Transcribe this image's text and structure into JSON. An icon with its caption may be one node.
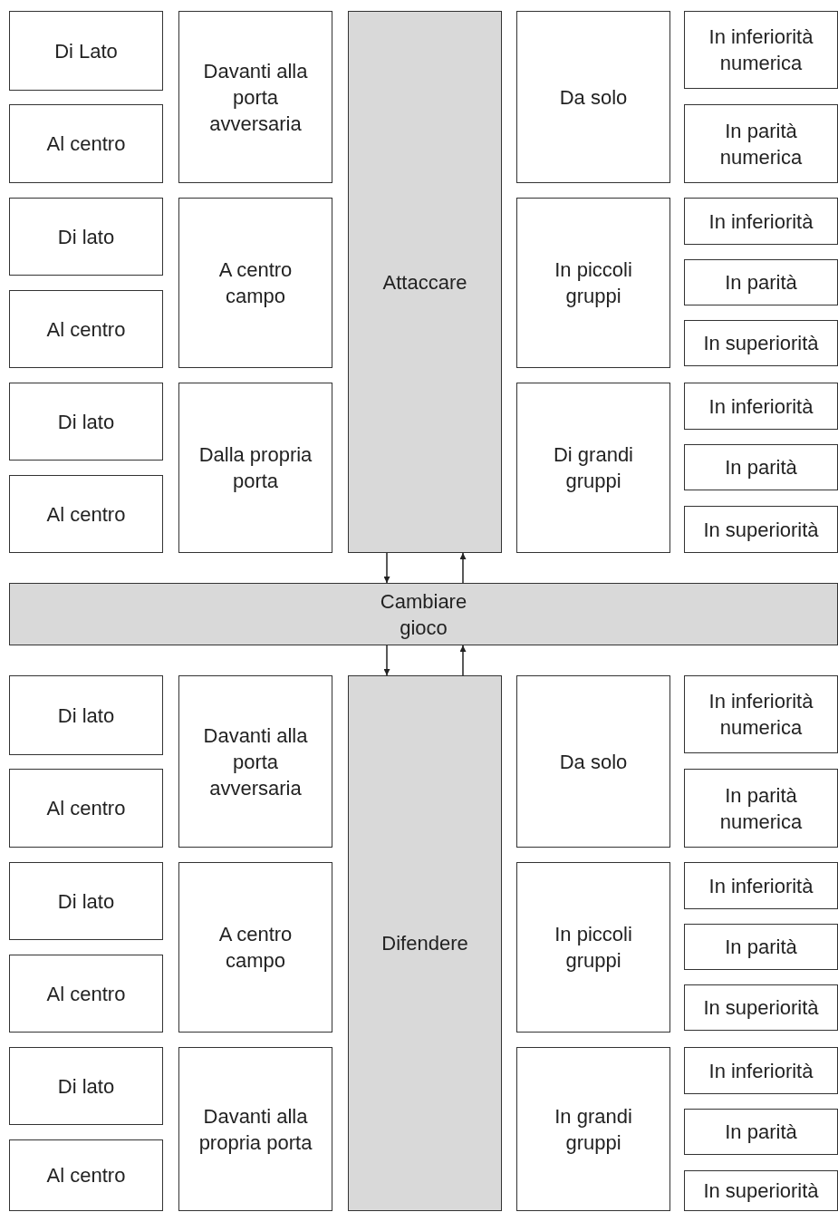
{
  "diagram": {
    "nodes": [
      {
        "text": [
          "Di Lato"
        ]
      },
      {
        "text": [
          "Al centro"
        ]
      },
      {
        "text": [
          "Di lato"
        ]
      },
      {
        "text": [
          "Al centro"
        ]
      },
      {
        "text": [
          "Di lato"
        ]
      },
      {
        "text": [
          "Al centro"
        ]
      },
      {
        "text": [
          "Davanti alla porta avversaria"
        ]
      },
      {
        "text": [
          "A centro campo"
        ]
      },
      {
        "text": [
          "Dalla propria porta"
        ]
      },
      {
        "text": [
          "Attaccare"
        ]
      },
      {
        "text": [
          "Da solo"
        ]
      },
      {
        "text": [
          "In piccoli gruppi"
        ]
      },
      {
        "text": [
          "Di grandi gruppi"
        ]
      },
      {
        "text": [
          "In inferiorità numerica"
        ]
      },
      {
        "text": [
          "In parità numerica"
        ]
      },
      {
        "text": [
          "In inferiorità"
        ]
      },
      {
        "text": [
          "In parità"
        ]
      },
      {
        "text": [
          "In superiorità"
        ]
      },
      {
        "text": [
          "In inferiorità"
        ]
      },
      {
        "text": [
          "In parità"
        ]
      },
      {
        "text": [
          "In superiorità"
        ]
      },
      {
        "text": [
          "Cambiare gioco"
        ]
      },
      {
        "text": [
          "Di lato"
        ]
      },
      {
        "text": [
          "Al centro"
        ]
      },
      {
        "text": [
          "Di lato"
        ]
      },
      {
        "text": [
          "Al centro"
        ]
      },
      {
        "text": [
          "Di lato"
        ]
      },
      {
        "text": [
          "Al centro"
        ]
      },
      {
        "text": [
          "Davanti alla porta avversaria"
        ]
      },
      {
        "text": [
          "A centro campo"
        ]
      },
      {
        "text": [
          "Davanti alla propria porta"
        ]
      },
      {
        "text": [
          "Difendere"
        ]
      },
      {
        "text": [
          "Da solo"
        ]
      },
      {
        "text": [
          "In piccoli gruppi"
        ]
      },
      {
        "text": [
          "In grandi gruppi"
        ]
      },
      {
        "text": [
          "In inferiorità numerica"
        ]
      },
      {
        "text": [
          "In parità numerica"
        ]
      },
      {
        "text": [
          "In inferiorità"
        ]
      },
      {
        "text": [
          "In parità"
        ]
      },
      {
        "text": [
          "In superiorità"
        ]
      },
      {
        "text": [
          "In inferiorità"
        ]
      },
      {
        "text": [
          "In parità"
        ]
      },
      {
        "text": [
          "In superiorità"
        ]
      }
    ],
    "edges": [
      {
        "from": 9,
        "to": 21,
        "arrow": "to"
      },
      {
        "from": 21,
        "to": 9,
        "arrow": "to"
      },
      {
        "from": 21,
        "to": 31,
        "arrow": "to"
      },
      {
        "from": 31,
        "to": 21,
        "arrow": "to"
      }
    ]
  }
}
